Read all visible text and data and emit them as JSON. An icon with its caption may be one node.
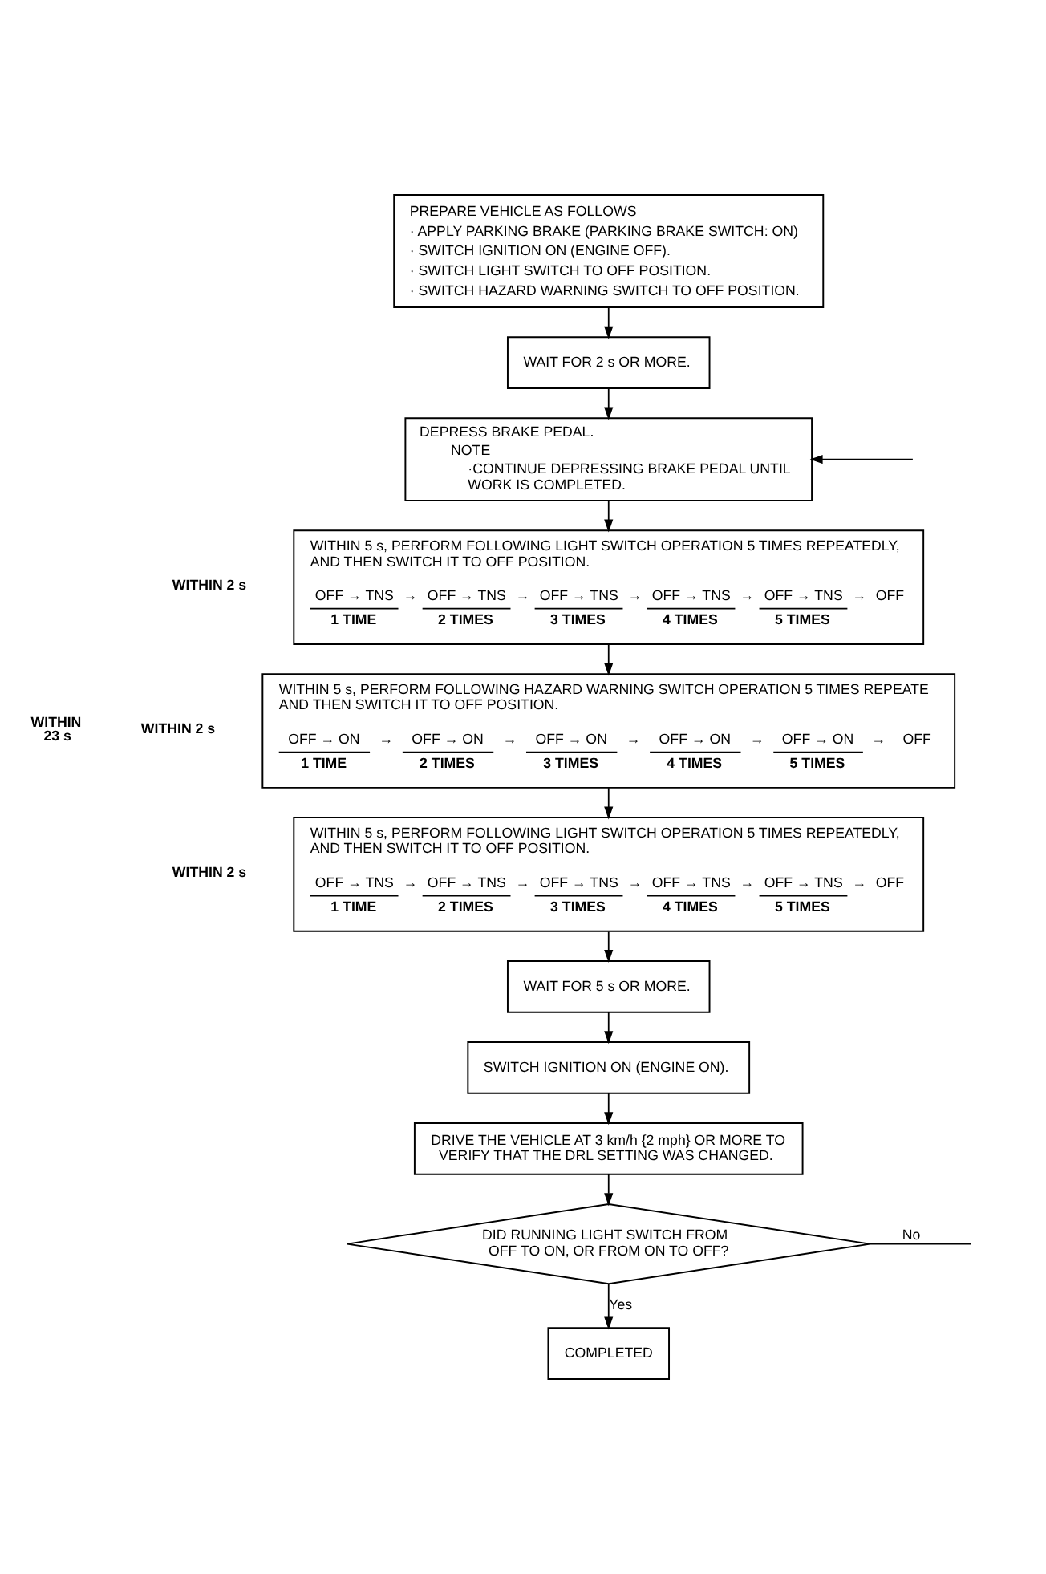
{
  "diagram": {
    "nodes": [
      {
        "text": [
          "PREPARE VEHICLE AS FOLLOWS",
          "· APPLY PARKING BRAKE (PARKING BRAKE SWITCH: ON)",
          "· SWITCH IGNITION ON (ENGINE OFF).",
          "· SWITCH LIGHT SWITCH TO OFF POSITION.",
          "· SWITCH HAZARD WARNING SWITCH TO OFF POSITION."
        ]
      },
      {
        "text": [
          "WAIT FOR 2 s OR MORE."
        ]
      },
      {
        "text": [
          "DEPRESS BRAKE PEDAL.",
          "NOTE",
          "·CONTINUE DEPRESSING BRAKE PEDAL UNTIL WORK IS COMPLETED."
        ]
      },
      {
        "text": [
          "WITHIN 5 s, PERFORM FOLLOWING LIGHT SWITCH OPERATION 5 TIMES REPEATEDLY, AND THEN SWITCH IT TO OFF POSITION.",
          "OFF → TNS → OFF → TNS → OFF → TNS → OFF → TNS → OFF → TNS → OFF",
          "1 TIME",
          "2 TIMES",
          "3 TIMES",
          "4 TIMES",
          "5 TIMES"
        ]
      },
      {
        "text": [
          "WITHIN 5 s, PERFORM FOLLOWING HAZARD WARNING SWITCH OPERATION 5 TIMES REPEATE AND THEN SWITCH IT TO OFF POSITION.",
          "OFF → ON → OFF → ON → OFF → ON → OFF → ON → OFF → ON → OFF",
          "1 TIME",
          "2 TIMES",
          "3 TIMES",
          "4 TIMES",
          "5 TIMES"
        ]
      },
      {
        "text": [
          "WITHIN 5 s, PERFORM FOLLOWING LIGHT SWITCH OPERATION 5 TIMES REPEATEDLY, AND THEN SWITCH IT TO OFF POSITION.",
          "OFF → TNS → OFF → TNS → OFF → TNS → OFF → TNS → OFF → TNS → OFF",
          "1 TIME",
          "2 TIMES",
          "3 TIMES",
          "4 TIMES",
          "5 TIMES"
        ]
      },
      {
        "text": [
          "WAIT FOR 5 s OR MORE."
        ]
      },
      {
        "text": [
          "SWITCH IGNITION ON (ENGINE ON)."
        ]
      },
      {
        "text": [
          "DRIVE THE VEHICLE AT 3 km/h {2 mph} OR MORE TO VERIFY THAT THE DRL SETTING WAS CHANGED."
        ]
      },
      {
        "text": [
          "DID RUNNING LIGHT SWITCH FROM OFF TO ON, OR FROM ON TO OFF?"
        ]
      },
      {
        "text": [
          "COMPLETED"
        ]
      }
    ],
    "edges": [
      {
        "from": 0,
        "to": 1,
        "arrow": "to"
      },
      {
        "from": 1,
        "to": 2,
        "arrow": "to"
      },
      {
        "from": null,
        "to": 2,
        "arrow": "to"
      },
      {
        "from": 2,
        "to": 3,
        "arrow": "to"
      },
      {
        "from": 3,
        "to": 4,
        "arrow": "to"
      },
      {
        "from": 4,
        "to": 5,
        "arrow": "to"
      },
      {
        "from": 5,
        "to": 6,
        "arrow": "to"
      },
      {
        "from": 6,
        "to": 7,
        "arrow": "to"
      },
      {
        "from": 7,
        "to": 8,
        "arrow": "to"
      },
      {
        "from": 8,
        "to": 9,
        "arrow": "to"
      },
      {
        "from": 9,
        "to": null,
        "label": "No",
        "arrow": "none"
      },
      {
        "from": 9,
        "to": 10,
        "label": "Yes",
        "arrow": "to"
      }
    ],
    "labels": [
      "WITHIN 2 s",
      "WITHIN 2 s",
      "WITHIN 23 s",
      "WITHIN 2 s"
    ]
  }
}
